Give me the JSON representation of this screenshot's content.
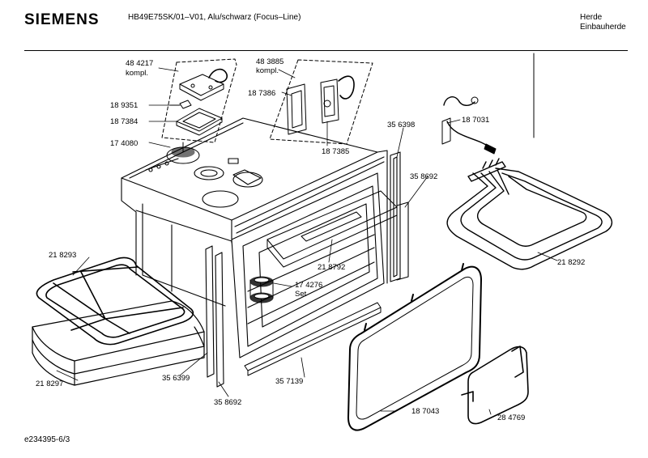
{
  "header": {
    "brand": "SIEMENS",
    "model_title": "HB49E75SK/01–V01, Alu/schwarz (Focus–Line)",
    "category_line1": "Herde",
    "category_line2": "Einbauherde"
  },
  "footer": {
    "doc_id": "e234395-6/3"
  },
  "parts": {
    "p484217": "48 4217",
    "p484217_note": "kompl.",
    "p483885": "48 3885",
    "p483885_note": "kompl.",
    "p189351": "18 9351",
    "p187384": "18 7384",
    "p187386": "18 7386",
    "p187385": "18 7385",
    "p174080": "17 4080",
    "p356398": "35 6398",
    "p187031": "18 7031",
    "p358692a": "35 8692",
    "p218293": "21 8293",
    "p218792": "21 8792",
    "p174276": "17 4276",
    "p174276_note": "Set",
    "p218292": "21 8292",
    "p218297": "21 8297",
    "p356399": "35 6399",
    "p357139": "35 7139",
    "p358692b": "35 8692",
    "p187043": "18 7043",
    "p284769": "28 4769"
  }
}
